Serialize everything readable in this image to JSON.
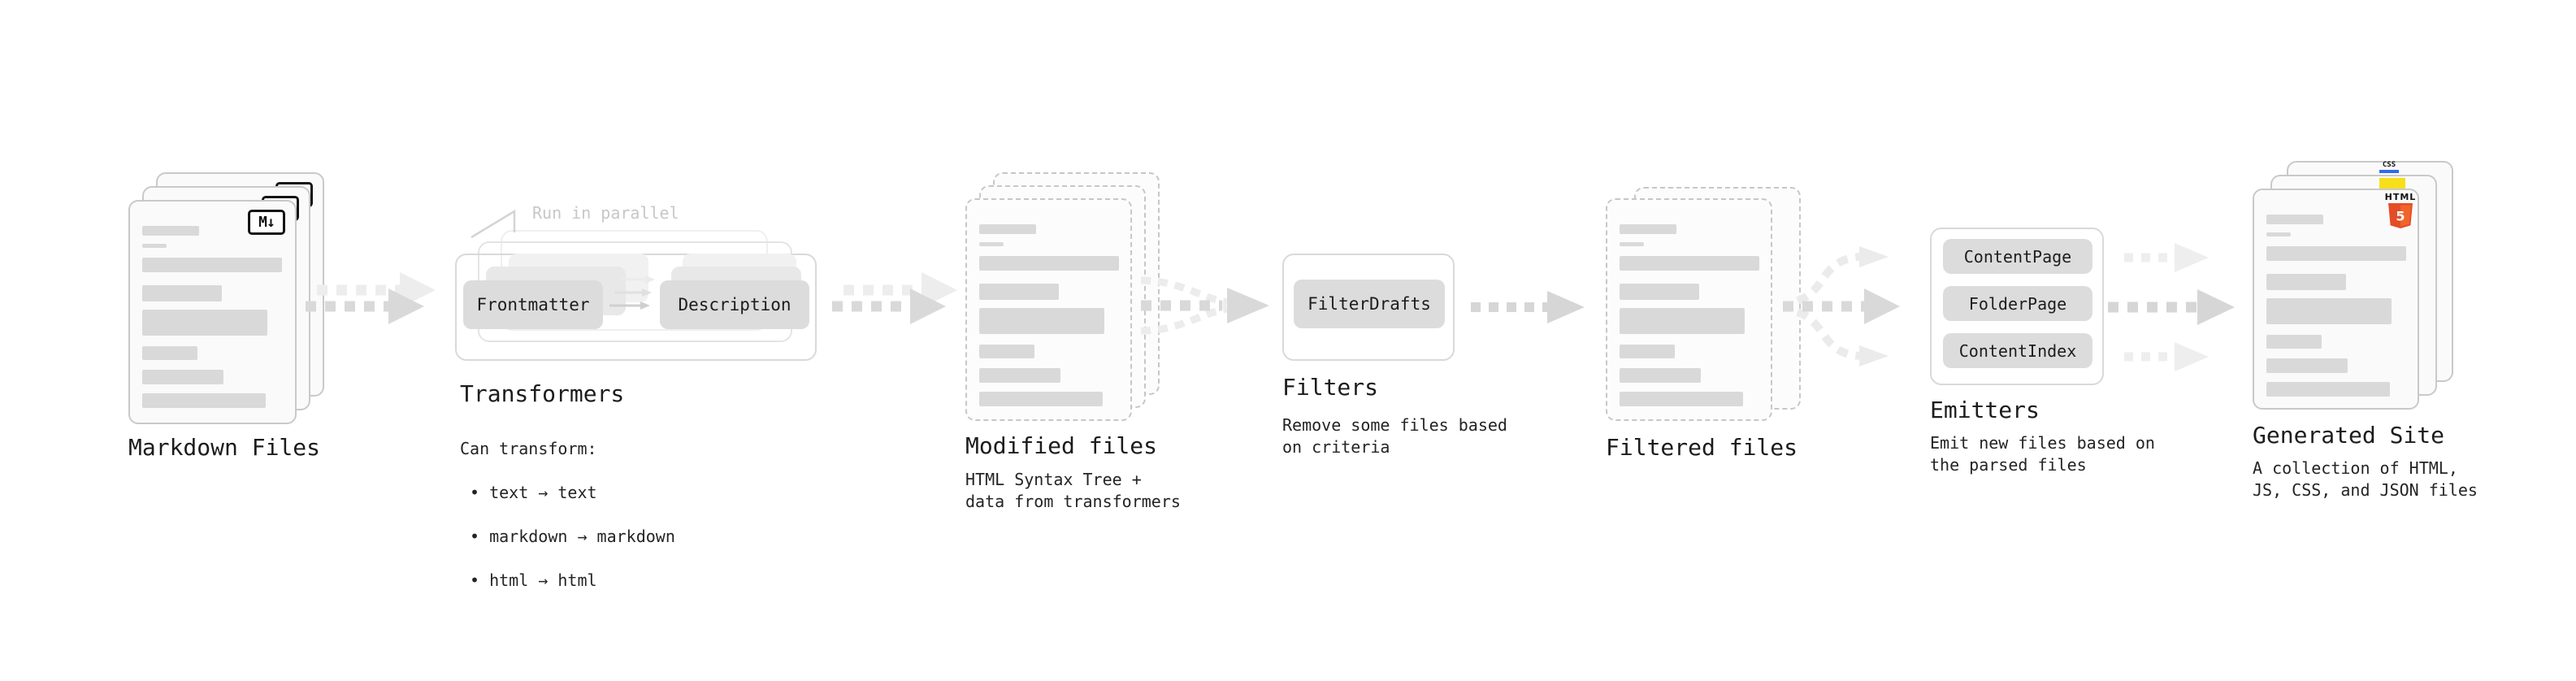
{
  "stages": {
    "markdown_files": {
      "label": "Markdown Files",
      "badge": "M↓"
    },
    "transformers": {
      "label": "Transformers",
      "annotation": "Run in parallel",
      "pills": [
        "Frontmatter",
        "Description"
      ],
      "desc_heading": "Can transform:",
      "bullets": [
        "• text → text",
        "• markdown → markdown",
        "• html → html"
      ]
    },
    "modified_files": {
      "label": "Modified files",
      "description": "HTML Syntax Tree +\ndata from transformers"
    },
    "filters": {
      "label": "Filters",
      "pills": [
        "FilterDrafts"
      ],
      "description": "Remove some files based\non criteria"
    },
    "filtered_files": {
      "label": "Filtered files"
    },
    "emitters": {
      "label": "Emitters",
      "pills": [
        "ContentPage",
        "FolderPage",
        "ContentIndex"
      ],
      "description": "Emit new files based on\nthe parsed files"
    },
    "generated_site": {
      "label": "Generated Site",
      "description": "A collection of HTML,\nJS, CSS, and JSON files",
      "css_badge": "CSS",
      "html_badge": "HTML",
      "html_badge_number": "5"
    }
  },
  "colors": {
    "html5_orange": "#e44d26",
    "html5_orange_light": "#f16529",
    "js_yellow": "#f7df1a",
    "css_blue": "#2f6bf0",
    "arrow_gray": "#d9d9d9",
    "arrow_ghost": "#ededed"
  }
}
